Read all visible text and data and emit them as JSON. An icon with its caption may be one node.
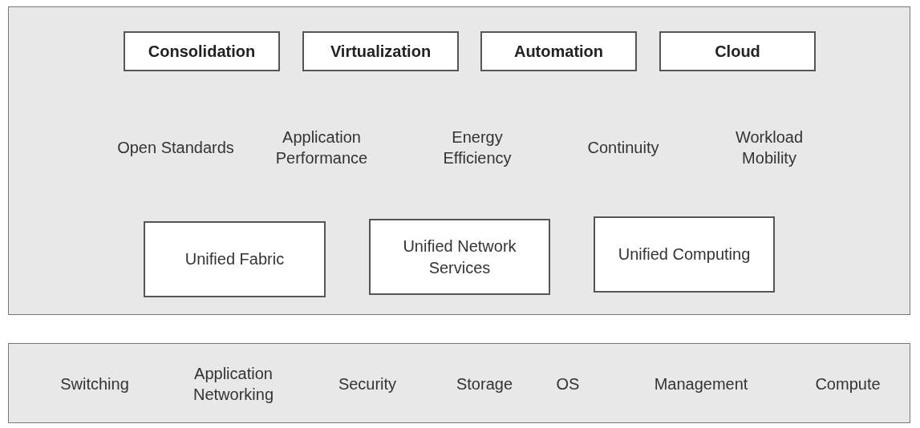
{
  "diagram": {
    "nodes": [
      {
        "text": [
          "Open Standards",
          "Application Performance",
          "Energy Efficiency",
          "Continuity",
          "Workload Mobility"
        ]
      },
      {
        "text": [
          "Consolidation"
        ],
        "in": 0
      },
      {
        "text": [
          "Virtualization"
        ],
        "in": 0
      },
      {
        "text": [
          "Automation"
        ],
        "in": 0
      },
      {
        "text": [
          "Cloud"
        ],
        "in": 0
      },
      {
        "text": [
          "Unified Fabric"
        ],
        "in": 0
      },
      {
        "text": [
          "Unified Network Services"
        ],
        "in": 0
      },
      {
        "text": [
          "Unified Computing"
        ],
        "in": 0
      },
      {
        "text": [
          "Switching",
          "Application Networking",
          "Security",
          "Storage",
          "OS",
          "Management",
          "Compute"
        ]
      }
    ],
    "edges": []
  }
}
